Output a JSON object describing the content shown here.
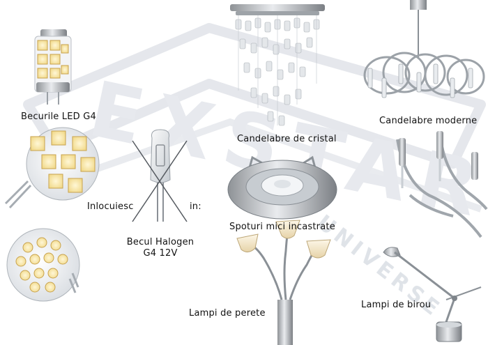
{
  "captions": {
    "led_g4": "Becurile LED G4",
    "replace": "Inlocuiesc",
    "in": "in:",
    "halogen_line1": "Becul Halogen",
    "halogen_line2": "G4 12V",
    "crystal": "Candelabre de cristal",
    "modern": "Candelabre moderne",
    "spots": "Spoturi mici incastrate",
    "wall": "Lampi de perete",
    "desk": "Lampi de birou"
  },
  "watermark": {
    "letters": [
      "E",
      "X",
      "S",
      "T",
      "A",
      "R"
    ],
    "word": "UNIVERSE",
    "color": "#c9ced8"
  },
  "icons": [
    "led-corn-bulb-icon",
    "led-disc-bulb-icon",
    "halogen-bulb-icon",
    "crystal-chandelier-icon",
    "modern-chandelier-icon",
    "recessed-spotlight-icon",
    "wall-lamp-icon",
    "desk-lamp-icon"
  ]
}
